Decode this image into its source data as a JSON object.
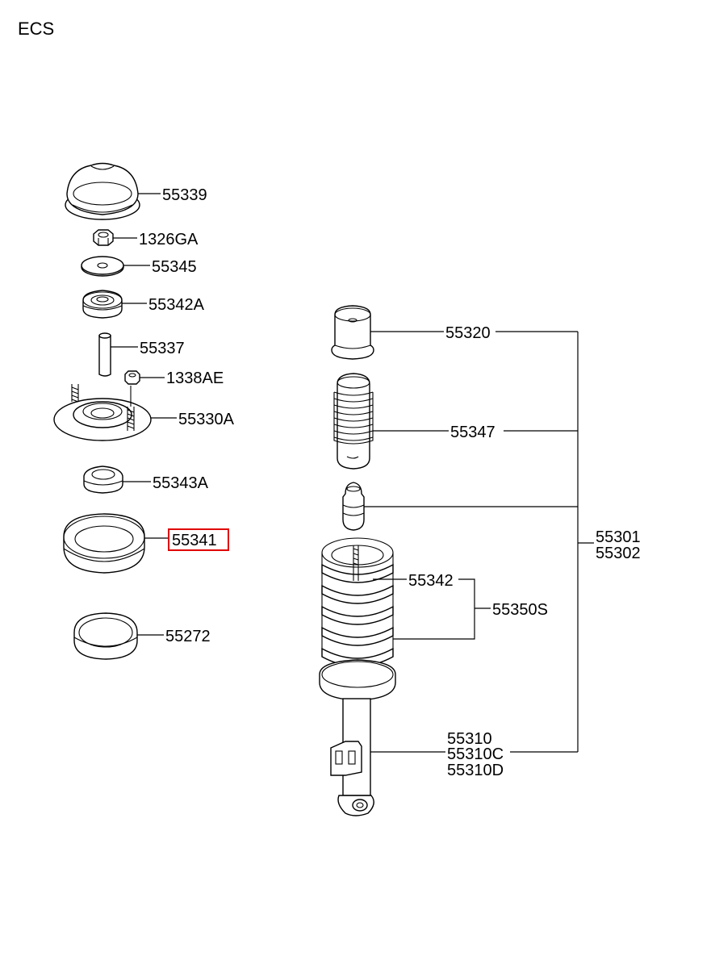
{
  "title": "ECS",
  "highlight_color": "#e00000",
  "parts": {
    "p55339": "55339",
    "p1326ga": "1326GA",
    "p55345": "55345",
    "p55342a": "55342A",
    "p55337": "55337",
    "p1338ae": "1338AE",
    "p55330a": "55330A",
    "p55343a": "55343A",
    "p55341": "55341",
    "p55272": "55272",
    "p55320": "55320",
    "p55347": "55347",
    "p55342": "55342",
    "p55350s": "55350S",
    "p55301": "55301",
    "p55302": "55302",
    "p55310": "55310",
    "p55310c": "55310C",
    "p55310d": "55310D"
  },
  "highlighted_part": "55341"
}
